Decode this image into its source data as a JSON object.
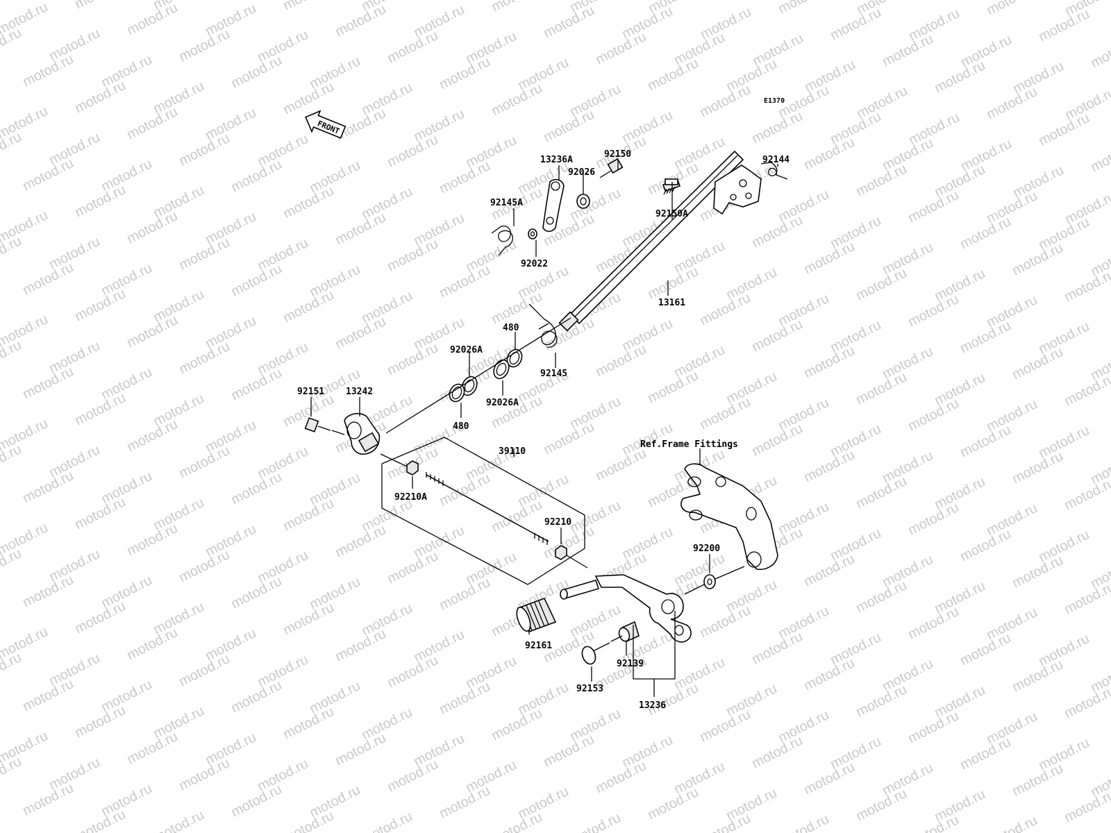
{
  "diagram_code": "E1370",
  "front_label": "FRONT",
  "watermark_text": "motod.ru",
  "parts": {
    "p13236A": "13236A",
    "p92150": "92150",
    "p92026": "92026",
    "p92144": "92144",
    "p92145A": "92145A",
    "p92150A": "92150A",
    "p92022": "92022",
    "p13161": "13161",
    "p480a": "480",
    "p92026Aa": "92026A",
    "p92145": "92145",
    "p92026Ab": "92026A",
    "p92151": "92151",
    "p13242": "13242",
    "p480b": "480",
    "p39110": "39110",
    "p92210A": "92210A",
    "p92210": "92210",
    "p92200": "92200",
    "p92161": "92161",
    "p92139": "92139",
    "p92153": "92153",
    "p13236": "13236"
  },
  "ref_label": "Ref.Frame Fittings"
}
